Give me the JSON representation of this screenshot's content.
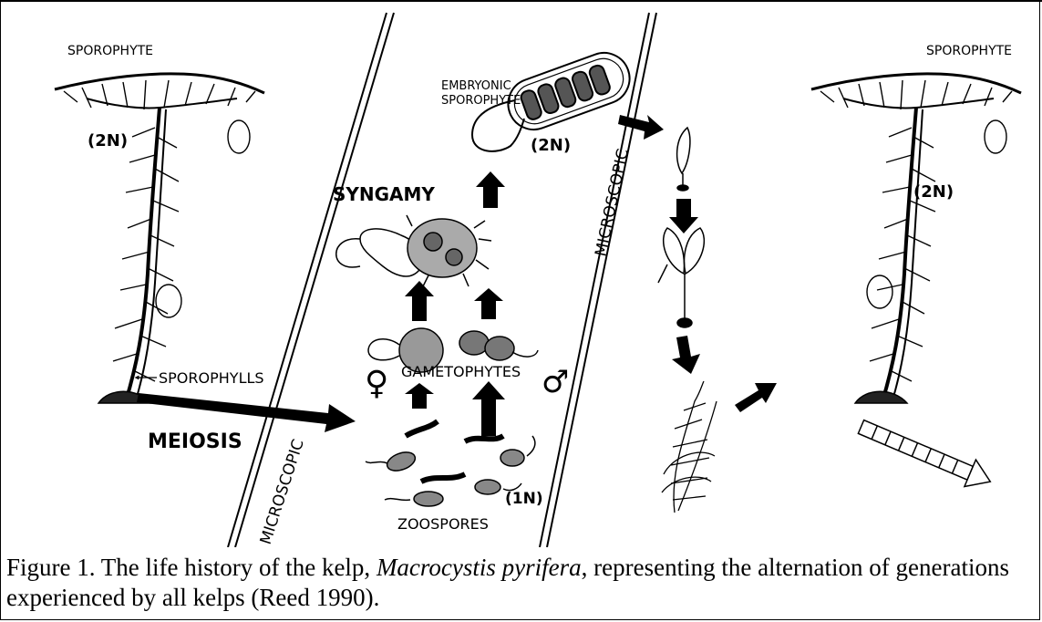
{
  "labels": {
    "sporophyte_left": "SPOROPHYTE",
    "sporophyte_right": "SPOROPHYTE",
    "ploidy_left": "(2N)",
    "ploidy_embryo": "(2N)",
    "ploidy_right": "(2N)",
    "ploidy_zoospores": "(1N)",
    "sporophylls": "SPOROPHYLLS",
    "meiosis": "MEIOSIS",
    "microscopic_left": "MICROSCOPIC",
    "microscopic_right": "MICROSCOPIC",
    "embryonic_line1": "EMBRYONIC",
    "embryonic_line2": "SPOROPHYTE",
    "syngamy": "SYNGAMY",
    "gametophytes": "GAMETOPHYTES",
    "zoospores": "ZOOSPORES",
    "female_symbol": "♀",
    "male_symbol": "♂"
  },
  "caption": {
    "prefix": "Figure 1.  The life history of the kelp, ",
    "species": "Macrocystis pyrifera",
    "suffix": ", representing the alternation of generations experienced by all kelps (Reed 1990)."
  },
  "colors": {
    "ink": "#000000",
    "paper": "#ffffff"
  }
}
